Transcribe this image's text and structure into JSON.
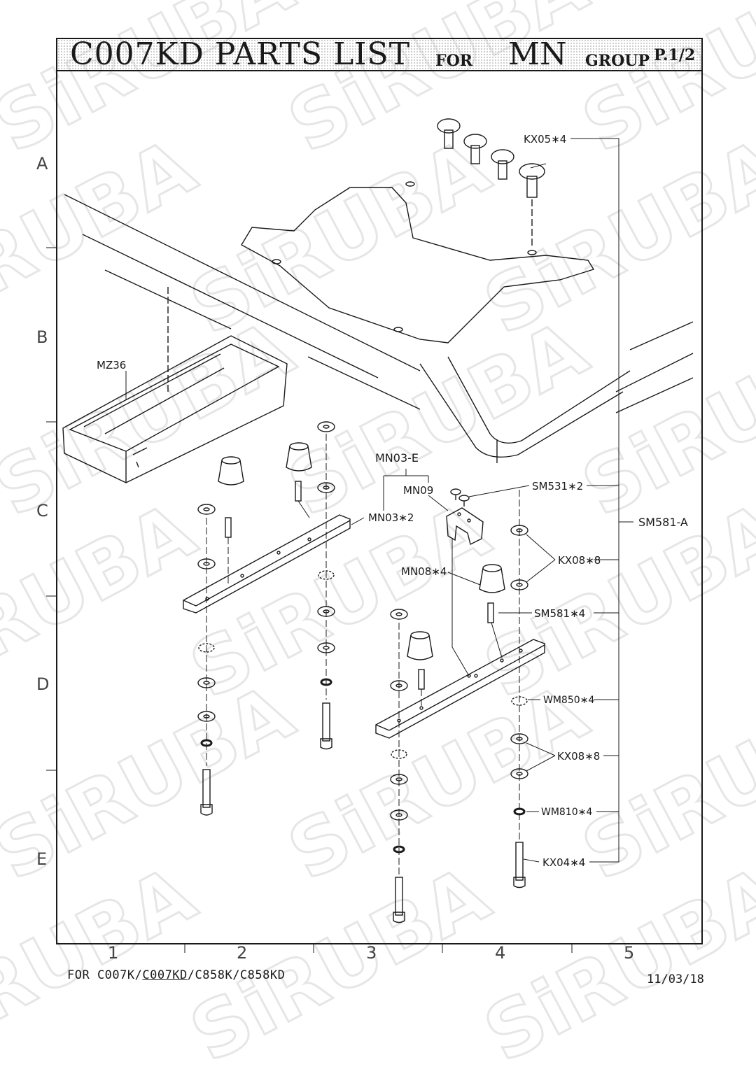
{
  "header": {
    "title": "C007KD PARTS LIST",
    "for_word": "FOR",
    "group_code": "MN",
    "group_word": "GROUP",
    "page": "P.1/2"
  },
  "grid": {
    "rows": [
      "A",
      "B",
      "C",
      "D",
      "E"
    ],
    "columns": [
      "1",
      "2",
      "3",
      "4",
      "5"
    ]
  },
  "watermark": "SiRUBA",
  "callouts": {
    "kx05": "KX05∗4",
    "mz36": "MZ36",
    "mn03e": "MN03-E",
    "mn09": "MN09",
    "sm531": "SM531∗2",
    "mn03": "MN03∗2",
    "sm581a": "SM581-A",
    "kx08_top": "KX08∗8",
    "mn08": "MN08∗4",
    "sm581": "SM581∗4",
    "wm850": "WM850∗4",
    "kx08_bottom": "KX08∗8",
    "wm810": "WM810∗4",
    "kx04": "KX04∗4"
  },
  "footer": {
    "models_prefix": "FOR C007K/",
    "models_current": "C007KD",
    "models_suffix": "/C858K/C858KD",
    "date": "11/03/18"
  }
}
